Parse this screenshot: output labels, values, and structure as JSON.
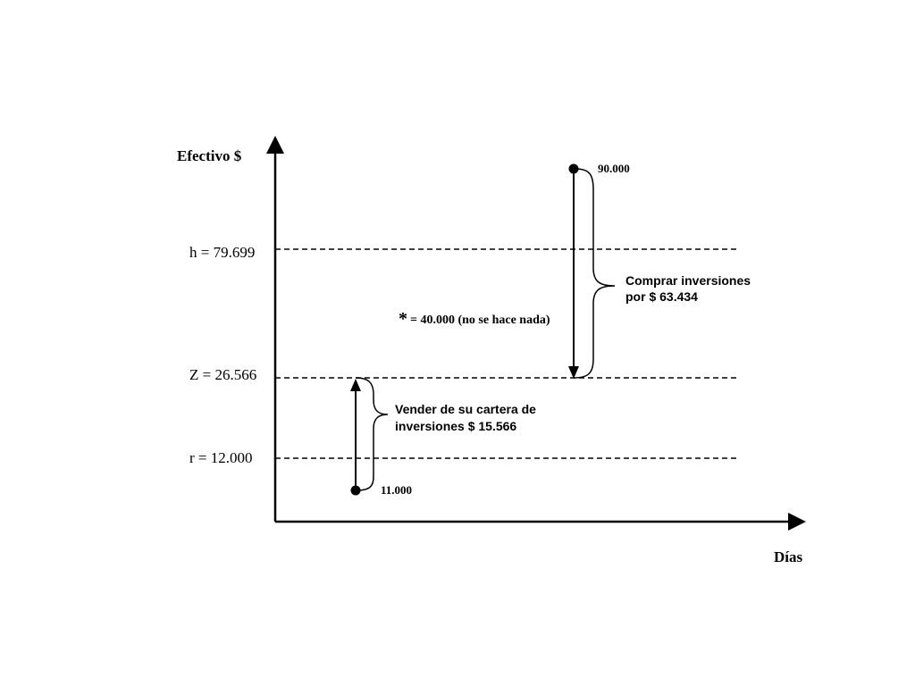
{
  "axes": {
    "y_label": "Efectivo $",
    "x_label": "Días"
  },
  "levels": {
    "h": "h = 79.699",
    "z": "Z = 26.566",
    "r": "r = 12.000"
  },
  "points": {
    "high": "90.000",
    "low": "11.000"
  },
  "annotations": {
    "buy_line1": "Comprar inversiones",
    "buy_line2": "por $ 63.434",
    "sell_line1": "Vender de su cartera de",
    "sell_line2": "inversiones $ 15.566",
    "middle_star": "*",
    "middle_text": "= 40.000 (no se hace nada)"
  }
}
